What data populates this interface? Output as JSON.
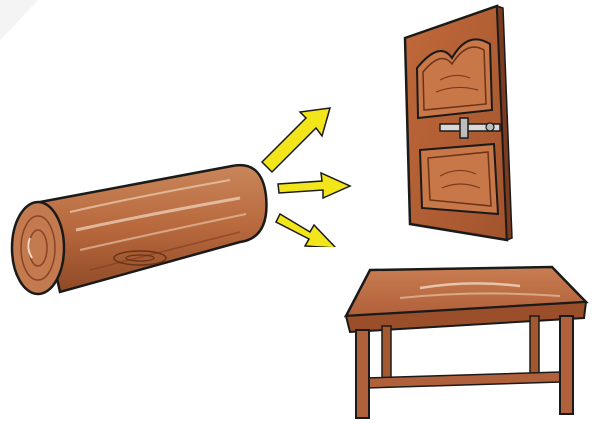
{
  "scene": {
    "objects": [
      "log",
      "door",
      "table"
    ],
    "arrow_count": 3,
    "colors": {
      "wood_light": "#c97a4a",
      "wood_mid": "#b0603a",
      "wood_dark": "#7a3b1e",
      "outline": "#1a1a1a",
      "arrow_yellow": "#f2e61a",
      "background": "#ffffff"
    },
    "icons": [
      "wood-log-icon",
      "arrow-icon",
      "wooden-door-icon",
      "wooden-table-icon"
    ]
  }
}
